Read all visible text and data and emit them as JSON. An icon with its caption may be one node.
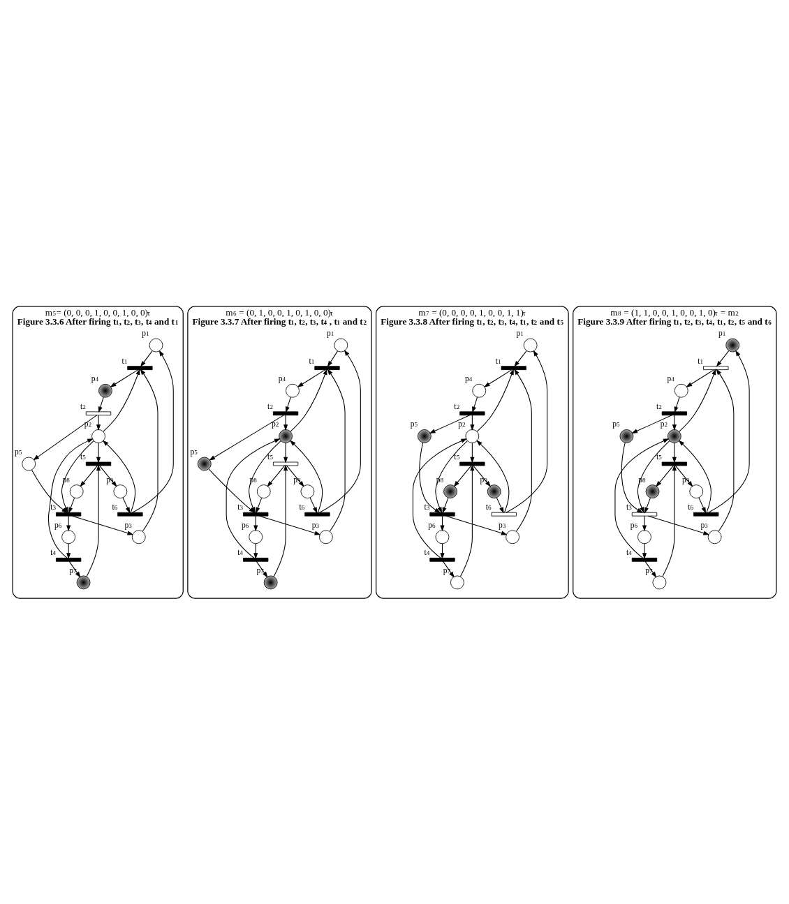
{
  "diagram": {
    "nodes": [
      {
        "text": [
          "m$_{5}$= (0, 0, 0, 1, 0, 0, 1, 0, 0)$^{τ}$",
          "Figure 3.3.6 After firing t$_{1}$, t$_{2}$, t$_{3}$, t$_{4}$ and t$_{1}$"
        ]
      },
      {
        "text": [],
        "shape": "circle",
        "beside": [
          "p$_{1}$"
        ],
        "in": 0
      },
      {
        "text": [],
        "shape": "bar",
        "beside": [
          "t$_{6}$"
        ],
        "in": 0
      },
      {
        "text": [],
        "shape": "circle",
        "beside": [
          "p$_{9}$"
        ],
        "in": 0
      },
      {
        "text": [],
        "shape": "bar",
        "beside": [
          "t$_{1}$"
        ],
        "in": 0
      },
      {
        "text": [],
        "shape": "bar",
        "beside": [
          "t$_{5}$"
        ],
        "in": 0
      },
      {
        "text": [],
        "shape": "bullseye",
        "beside": [
          "p$_{4}$"
        ],
        "in": 0
      },
      {
        "text": [],
        "shape": "bullseye",
        "beside": [
          "p$_{7}$"
        ],
        "in": 0
      },
      {
        "text": [],
        "shape": "circle",
        "beside": [
          "p$_{2}$"
        ],
        "in": 0
      },
      {
        "text": [],
        "shape": "circle",
        "beside": [
          "p$_{3}$"
        ],
        "in": 0
      },
      {
        "text": [],
        "shape": "box",
        "beside": [
          "t$_{2}$"
        ],
        "in": 0
      },
      {
        "text": [],
        "shape": "circle",
        "beside": [
          "p$_{8}$"
        ],
        "in": 0
      },
      {
        "text": [],
        "shape": "bar",
        "beside": [
          "t$_{4}$"
        ],
        "in": 0
      },
      {
        "text": [],
        "shape": "circle",
        "beside": [
          "p$_{5}$"
        ],
        "in": 0
      },
      {
        "text": [],
        "shape": "circle",
        "beside": [
          "p$_{6}$"
        ],
        "in": 0
      },
      {
        "text": [],
        "shape": "bar",
        "beside": [
          "t$_{3}$"
        ],
        "in": 0
      },
      {
        "text": [
          "m$_{6}$ = (0, 1, 0, 0, 1, 0, 1, 0, 0)$^{τ}$",
          "Figure 3.3.7 After firing t$_{1}$, t$_{2}$, t$_{3}$, t$_{4}$ , t$_{1}$ and t$_{2}$"
        ]
      },
      {
        "text": [],
        "shape": "circle",
        "beside": [
          "p$_{1}$"
        ],
        "in": 16
      },
      {
        "text": [],
        "shape": "bar",
        "beside": [
          "t$_{6}$"
        ],
        "in": 16
      },
      {
        "text": [],
        "shape": "circle",
        "beside": [
          "p$_{9}$"
        ],
        "in": 16
      },
      {
        "text": [],
        "shape": "bar",
        "beside": [
          "t$_{1}$"
        ],
        "in": 16
      },
      {
        "text": [],
        "shape": "box",
        "beside": [
          "t$_{5}$"
        ],
        "in": 16
      },
      {
        "text": [],
        "shape": "circle",
        "beside": [
          "p$_{4}$"
        ],
        "in": 16
      },
      {
        "text": [],
        "shape": "bullseye",
        "beside": [
          "p$_{7}$"
        ],
        "in": 16
      },
      {
        "text": [],
        "shape": "bullseye",
        "beside": [
          "p$_{2}$"
        ],
        "in": 16
      },
      {
        "text": [],
        "shape": "circle",
        "beside": [
          "p$_{3}$"
        ],
        "in": 16
      },
      {
        "text": [],
        "shape": "bar",
        "beside": [
          "t$_{2}$"
        ],
        "in": 16
      },
      {
        "text": [],
        "shape": "circle",
        "beside": [
          "p$_{8}$"
        ],
        "in": 16
      },
      {
        "text": [],
        "shape": "bar",
        "beside": [
          "t$_{4}$"
        ],
        "in": 16
      },
      {
        "text": [],
        "shape": "bullseye",
        "beside": [
          "p$_{5}$"
        ],
        "in": 16
      },
      {
        "text": [],
        "shape": "circle",
        "beside": [
          "p$_{6}$"
        ],
        "in": 16
      },
      {
        "text": [],
        "shape": "bar",
        "beside": [
          "t$_{3}$"
        ],
        "in": 16
      },
      {
        "text": [
          "m$_{7}$ = (0, 0, 0, 0, 1, 0, 0, 1, 1)$^{τ}$",
          "Figure 3.3.8 After firing t$_{1}$, t$_{2}$, t$_{3}$, t$_{4}$, t$_{1}$, t$_{2}$ and t$_{5}$"
        ]
      },
      {
        "text": [],
        "shape": "circle",
        "beside": [
          "p$_{1}$"
        ],
        "in": 32
      },
      {
        "text": [],
        "shape": "box",
        "beside": [
          "t$_{6}$"
        ],
        "in": 32
      },
      {
        "text": [],
        "shape": "bullseye",
        "beside": [
          "p$_{9}$"
        ],
        "in": 32
      },
      {
        "text": [],
        "shape": "bar",
        "beside": [
          "t$_{1}$"
        ],
        "in": 32
      },
      {
        "text": [],
        "shape": "bar",
        "beside": [
          "t$_{5}$"
        ],
        "in": 32
      },
      {
        "text": [],
        "shape": "circle",
        "beside": [
          "p$_{4}$"
        ],
        "in": 32
      },
      {
        "text": [],
        "shape": "circle",
        "beside": [
          "p$_{7}$"
        ],
        "in": 32
      },
      {
        "text": [],
        "shape": "circle",
        "beside": [
          "p$_{2}$"
        ],
        "in": 32
      },
      {
        "text": [],
        "shape": "circle",
        "beside": [
          "p$_{3}$"
        ],
        "in": 32
      },
      {
        "text": [],
        "shape": "bar",
        "beside": [
          "t$_{2}$"
        ],
        "in": 32
      },
      {
        "text": [],
        "shape": "bullseye",
        "beside": [
          "p$_{8}$"
        ],
        "in": 32
      },
      {
        "text": [],
        "shape": "bar",
        "beside": [
          "t$_{4}$"
        ],
        "in": 32
      },
      {
        "text": [],
        "shape": "bullseye",
        "beside": [
          "p$_{5}$"
        ],
        "in": 32
      },
      {
        "text": [],
        "shape": "circle",
        "beside": [
          "p$_{6}$"
        ],
        "in": 32
      },
      {
        "text": [],
        "shape": "bar",
        "beside": [
          "t$_{3}$"
        ],
        "in": 32
      },
      {
        "text": [
          "m$_{8}$ = (1, 1, 0, 0, 1, 0, 0, 1, 0)$^{τ}$ = m$_{2}$",
          "Figure 3.3.9 After firing t$_{1}$, t$_{2}$, t$_{3}$, t$_{4}$, t$_{1}$, t$_{2}$, t$_{5}$ and t$_{6}$"
        ]
      },
      {
        "text": [],
        "shape": "bullseye",
        "beside": [
          "p$_{1}$"
        ],
        "in": 48
      },
      {
        "text": [],
        "shape": "bar",
        "beside": [
          "t$_{6}$"
        ],
        "in": 48
      },
      {
        "text": [],
        "shape": "circle",
        "beside": [
          "p$_{9}$"
        ],
        "in": 48
      },
      {
        "text": [],
        "shape": "box",
        "beside": [
          "t$_{1}$"
        ],
        "in": 48
      },
      {
        "text": [],
        "shape": "bar",
        "beside": [
          "t$_{5}$"
        ],
        "in": 48
      },
      {
        "text": [],
        "shape": "circle",
        "beside": [
          "p$_{4}$"
        ],
        "in": 48
      },
      {
        "text": [],
        "shape": "circle",
        "beside": [
          "p$_{7}$"
        ],
        "in": 48
      },
      {
        "text": [],
        "shape": "bullseye",
        "beside": [
          "p$_{2}$"
        ],
        "in": 48
      },
      {
        "text": [],
        "shape": "circle",
        "beside": [
          "p$_{3}$"
        ],
        "in": 48
      },
      {
        "text": [],
        "shape": "bar",
        "beside": [
          "t$_{2}$"
        ],
        "in": 48
      },
      {
        "text": [],
        "shape": "bullseye",
        "beside": [
          "p$_{8}$"
        ],
        "in": 48
      },
      {
        "text": [],
        "shape": "bar",
        "beside": [
          "t$_{4}$"
        ],
        "in": 48
      },
      {
        "text": [],
        "shape": "bullseye",
        "beside": [
          "p$_{5}$"
        ],
        "in": 48
      },
      {
        "text": [],
        "shape": "circle",
        "beside": [
          "p$_{6}$"
        ],
        "in": 48
      },
      {
        "text": [],
        "shape": "box",
        "beside": [
          "t$_{3}$"
        ],
        "in": 48
      }
    ],
    "edges": [
      {
        "from": 2,
        "to": 1,
        "arrow": "to"
      },
      {
        "from": 3,
        "to": 2,
        "arrow": "to"
      },
      {
        "from": 1,
        "to": 4,
        "arrow": "to"
      },
      {
        "from": 4,
        "to": 6,
        "arrow": "to"
      },
      {
        "from": 6,
        "to": 10,
        "arrow": "to"
      },
      {
        "from": 10,
        "to": 13,
        "arrow": "to"
      },
      {
        "from": 10,
        "to": 8,
        "arrow": "to"
      },
      {
        "from": 8,
        "to": 4,
        "arrow": "to"
      },
      {
        "from": 8,
        "to": 5,
        "arrow": "to"
      },
      {
        "from": 2,
        "to": 8,
        "arrow": "to"
      },
      {
        "from": 8,
        "to": 15,
        "arrow": "to"
      },
      {
        "from": 13,
        "to": 15,
        "arrow": "to"
      },
      {
        "from": 15,
        "to": 14,
        "arrow": "to"
      },
      {
        "from": 14,
        "to": 12,
        "arrow": "to"
      },
      {
        "from": 12,
        "to": 7,
        "arrow": "to"
      },
      {
        "from": 12,
        "to": 8,
        "arrow": "to"
      },
      {
        "from": 7,
        "to": 5,
        "arrow": "to"
      },
      {
        "from": 5,
        "to": 3,
        "arrow": "to"
      },
      {
        "from": 5,
        "to": 11,
        "arrow": "to"
      },
      {
        "from": 11,
        "to": 15,
        "arrow": "to"
      },
      {
        "from": 15,
        "to": 9,
        "arrow": "to"
      },
      {
        "from": 9,
        "to": 4,
        "arrow": "to"
      },
      {
        "from": 18,
        "to": 17,
        "arrow": "to"
      },
      {
        "from": 19,
        "to": 18,
        "arrow": "to"
      },
      {
        "from": 17,
        "to": 20,
        "arrow": "to"
      },
      {
        "from": 20,
        "to": 22,
        "arrow": "to"
      },
      {
        "from": 22,
        "to": 26,
        "arrow": "to"
      },
      {
        "from": 26,
        "to": 29,
        "arrow": "to"
      },
      {
        "from": 26,
        "to": 24,
        "arrow": "to"
      },
      {
        "from": 24,
        "to": 20,
        "arrow": "to"
      },
      {
        "from": 24,
        "to": 21,
        "arrow": "to"
      },
      {
        "from": 18,
        "to": 24,
        "arrow": "to"
      },
      {
        "from": 24,
        "to": 31,
        "arrow": "to"
      },
      {
        "from": 29,
        "to": 31,
        "arrow": "to"
      },
      {
        "from": 31,
        "to": 30,
        "arrow": "to"
      },
      {
        "from": 30,
        "to": 28,
        "arrow": "to"
      },
      {
        "from": 28,
        "to": 23,
        "arrow": "to"
      },
      {
        "from": 28,
        "to": 24,
        "arrow": "to"
      },
      {
        "from": 23,
        "to": 21,
        "arrow": "to"
      },
      {
        "from": 21,
        "to": 19,
        "arrow": "to"
      },
      {
        "from": 21,
        "to": 27,
        "arrow": "to"
      },
      {
        "from": 27,
        "to": 31,
        "arrow": "to"
      },
      {
        "from": 31,
        "to": 25,
        "arrow": "to"
      },
      {
        "from": 25,
        "to": 20,
        "arrow": "to"
      },
      {
        "from": 34,
        "to": 33,
        "arrow": "to"
      },
      {
        "from": 35,
        "to": 34,
        "arrow": "to"
      },
      {
        "from": 33,
        "to": 36,
        "arrow": "to"
      },
      {
        "from": 36,
        "to": 38,
        "arrow": "to"
      },
      {
        "from": 38,
        "to": 42,
        "arrow": "to"
      },
      {
        "from": 42,
        "to": 45,
        "arrow": "to"
      },
      {
        "from": 42,
        "to": 40,
        "arrow": "to"
      },
      {
        "from": 40,
        "to": 36,
        "arrow": "to"
      },
      {
        "from": 40,
        "to": 37,
        "arrow": "to"
      },
      {
        "from": 34,
        "to": 40,
        "arrow": "to"
      },
      {
        "from": 40,
        "to": 47,
        "arrow": "to"
      },
      {
        "from": 45,
        "to": 47,
        "arrow": "to"
      },
      {
        "from": 47,
        "to": 46,
        "arrow": "to"
      },
      {
        "from": 46,
        "to": 44,
        "arrow": "to"
      },
      {
        "from": 44,
        "to": 39,
        "arrow": "to"
      },
      {
        "from": 44,
        "to": 40,
        "arrow": "to"
      },
      {
        "from": 39,
        "to": 37,
        "arrow": "to"
      },
      {
        "from": 37,
        "to": 35,
        "arrow": "to"
      },
      {
        "from": 37,
        "to": 43,
        "arrow": "to"
      },
      {
        "from": 43,
        "to": 47,
        "arrow": "to"
      },
      {
        "from": 47,
        "to": 41,
        "arrow": "to"
      },
      {
        "from": 41,
        "to": 36,
        "arrow": "to"
      },
      {
        "from": 50,
        "to": 49,
        "arrow": "to"
      },
      {
        "from": 51,
        "to": 50,
        "arrow": "to"
      },
      {
        "from": 49,
        "to": 52,
        "arrow": "to"
      },
      {
        "from": 52,
        "to": 54,
        "arrow": "to"
      },
      {
        "from": 54,
        "to": 58,
        "arrow": "to"
      },
      {
        "from": 58,
        "to": 61,
        "arrow": "to"
      },
      {
        "from": 58,
        "to": 56,
        "arrow": "to"
      },
      {
        "from": 56,
        "to": 52,
        "arrow": "to"
      },
      {
        "from": 56,
        "to": 53,
        "arrow": "to"
      },
      {
        "from": 50,
        "to": 56,
        "arrow": "to"
      },
      {
        "from": 56,
        "to": 63,
        "arrow": "to"
      },
      {
        "from": 61,
        "to": 63,
        "arrow": "to"
      },
      {
        "from": 63,
        "to": 62,
        "arrow": "to"
      },
      {
        "from": 62,
        "to": 60,
        "arrow": "to"
      },
      {
        "from": 60,
        "to": 55,
        "arrow": "to"
      },
      {
        "from": 60,
        "to": 56,
        "arrow": "to"
      },
      {
        "from": 55,
        "to": 53,
        "arrow": "to"
      },
      {
        "from": 53,
        "to": 51,
        "arrow": "to"
      },
      {
        "from": 53,
        "to": 59,
        "arrow": "to"
      },
      {
        "from": 59,
        "to": 63,
        "arrow": "to"
      },
      {
        "from": 63,
        "to": 57,
        "arrow": "to"
      },
      {
        "from": 57,
        "to": 52,
        "arrow": "to"
      }
    ]
  }
}
